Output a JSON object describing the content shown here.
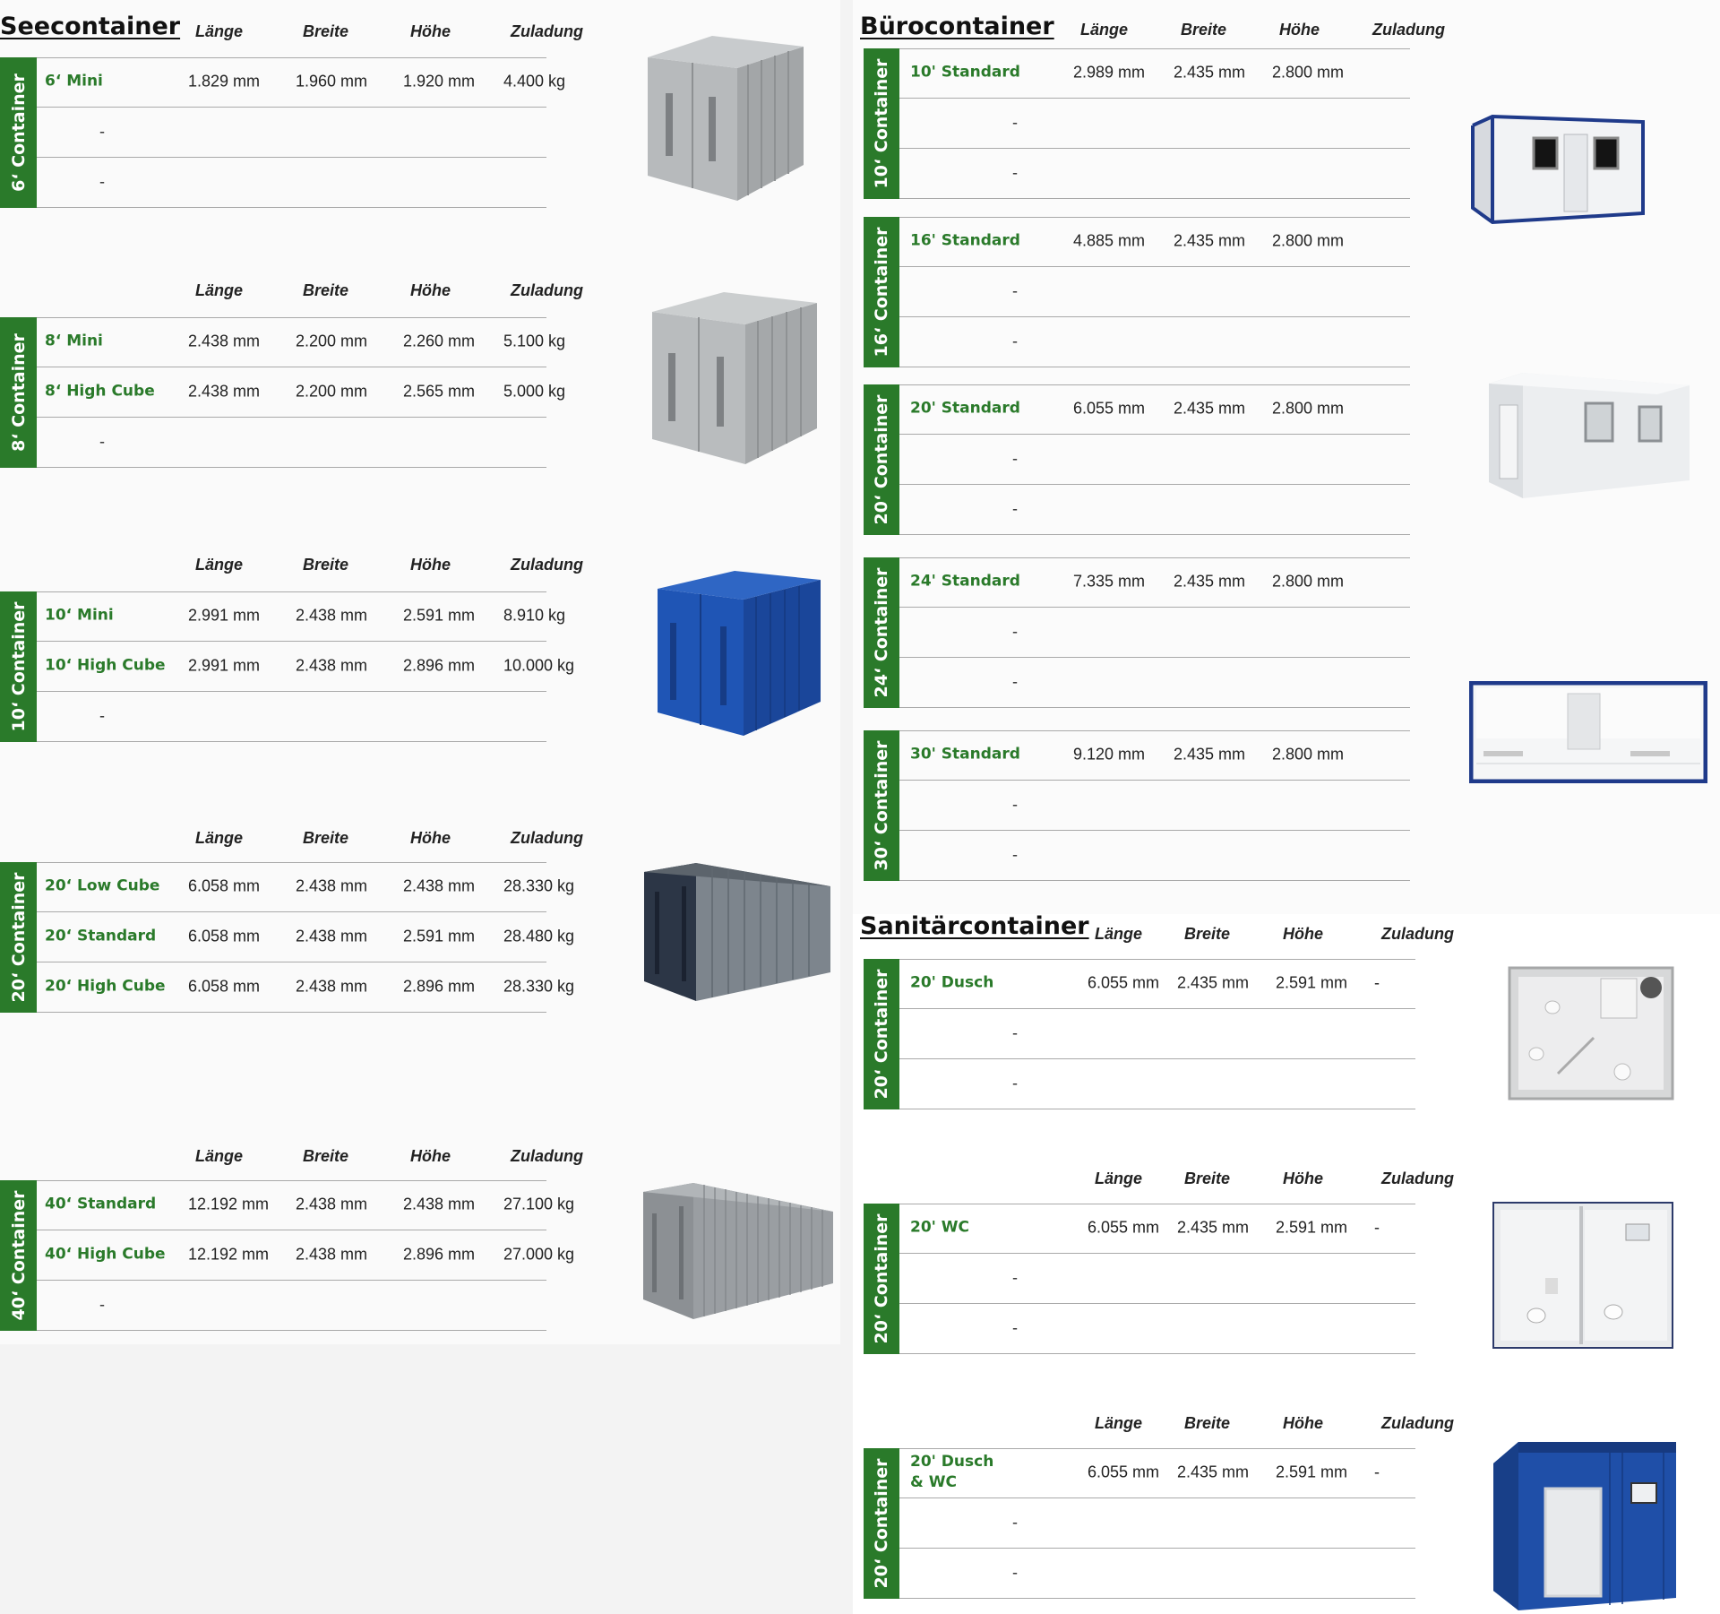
{
  "headers": [
    "Länge",
    "Breite",
    "Höhe",
    "Zuladung"
  ],
  "sea": {
    "title": "Seecontainer",
    "groups": [
      {
        "label": "6‘ Container",
        "rows": [
          {
            "name": "6‘ Mini",
            "l": "1.829 mm",
            "b": "1.960 mm",
            "h": "1.920 mm",
            "z": "4.400 kg"
          },
          {
            "dash": "-"
          },
          {
            "dash": "-"
          }
        ]
      },
      {
        "label": "8‘ Container",
        "rows": [
          {
            "name": "8‘ Mini",
            "l": "2.438 mm",
            "b": "2.200 mm",
            "h": "2.260 mm",
            "z": "5.100 kg"
          },
          {
            "name": "8‘ High Cube",
            "l": "2.438 mm",
            "b": "2.200 mm",
            "h": "2.565 mm",
            "z": "5.000 kg"
          },
          {
            "dash": "-"
          }
        ]
      },
      {
        "label": "10‘ Container",
        "rows": [
          {
            "name": "10‘ Mini",
            "l": "2.991 mm",
            "b": "2.438 mm",
            "h": "2.591 mm",
            "z": "8.910 kg"
          },
          {
            "name": "10‘ High Cube",
            "l": "2.991 mm",
            "b": "2.438 mm",
            "h": "2.896 mm",
            "z": "10.000 kg"
          },
          {
            "dash": "-"
          }
        ]
      },
      {
        "label": "20‘ Container",
        "rows": [
          {
            "name": "20‘ Low Cube",
            "l": "6.058 mm",
            "b": "2.438 mm",
            "h": "2.438 mm",
            "z": "28.330 kg"
          },
          {
            "name": "20‘ Standard",
            "l": "6.058 mm",
            "b": "2.438 mm",
            "h": "2.591 mm",
            "z": "28.480 kg"
          },
          {
            "name": "20‘ High Cube",
            "l": "6.058 mm",
            "b": "2.438 mm",
            "h": "2.896 mm",
            "z": "28.330 kg"
          }
        ]
      },
      {
        "label": "40‘ Container",
        "rows": [
          {
            "name": "40‘ Standard",
            "l": "12.192 mm",
            "b": "2.438 mm",
            "h": "2.438 mm",
            "z": "27.100 kg"
          },
          {
            "name": "40‘ High Cube",
            "l": "12.192 mm",
            "b": "2.438 mm",
            "h": "2.896 mm",
            "z": "27.000 kg"
          },
          {
            "dash": "-"
          }
        ]
      }
    ]
  },
  "office": {
    "title": "Bürocontainer",
    "groups": [
      {
        "label": "10‘ Container",
        "rows": [
          {
            "name": "10' Standard",
            "l": "2.989 mm",
            "b": "2.435 mm",
            "h": "2.800 mm",
            "z": ""
          },
          {
            "dash": "-"
          },
          {
            "dash": "-"
          }
        ]
      },
      {
        "label": "16‘ Container",
        "rows": [
          {
            "name": "16' Standard",
            "l": "4.885 mm",
            "b": "2.435 mm",
            "h": "2.800 mm",
            "z": ""
          },
          {
            "dash": "-"
          },
          {
            "dash": "-"
          }
        ]
      },
      {
        "label": "20‘ Container",
        "rows": [
          {
            "name": "20' Standard",
            "l": "6.055 mm",
            "b": "2.435 mm",
            "h": "2.800 mm",
            "z": ""
          },
          {
            "dash": "-"
          },
          {
            "dash": "-"
          }
        ]
      },
      {
        "label": "24‘ Container",
        "rows": [
          {
            "name": "24' Standard",
            "l": "7.335 mm",
            "b": "2.435 mm",
            "h": "2.800 mm",
            "z": ""
          },
          {
            "dash": "-"
          },
          {
            "dash": "-"
          }
        ]
      },
      {
        "label": "30‘ Container",
        "rows": [
          {
            "name": "30' Standard",
            "l": "9.120 mm",
            "b": "2.435 mm",
            "h": "2.800 mm",
            "z": ""
          },
          {
            "dash": "-"
          },
          {
            "dash": "-"
          }
        ]
      }
    ]
  },
  "sanitary": {
    "title": "Sanitärcontainer",
    "groups": [
      {
        "label": "20‘ Container",
        "rows": [
          {
            "name": "20' Dusch",
            "l": "6.055 mm",
            "b": "2.435 mm",
            "h": "2.591 mm",
            "z": "-"
          },
          {
            "dash": "-"
          },
          {
            "dash": "-"
          }
        ]
      },
      {
        "label": "20‘ Container",
        "rows": [
          {
            "name": "20' WC",
            "l": "6.055 mm",
            "b": "2.435 mm",
            "h": "2.591 mm",
            "z": "-"
          },
          {
            "dash": "-"
          },
          {
            "dash": "-"
          }
        ]
      },
      {
        "label": "20‘ Container",
        "rows": [
          {
            "name": "20' Dusch\n& WC",
            "l": "6.055 mm",
            "b": "2.435 mm",
            "h": "2.591 mm",
            "z": "-"
          },
          {
            "dash": "-"
          },
          {
            "dash": "-"
          }
        ]
      }
    ]
  },
  "colors": {
    "accent_green": "#2a7a2a",
    "container_blue": "#1f4fa8",
    "container_navy": "#2e3a4c",
    "container_grey": "#9a9da0"
  }
}
